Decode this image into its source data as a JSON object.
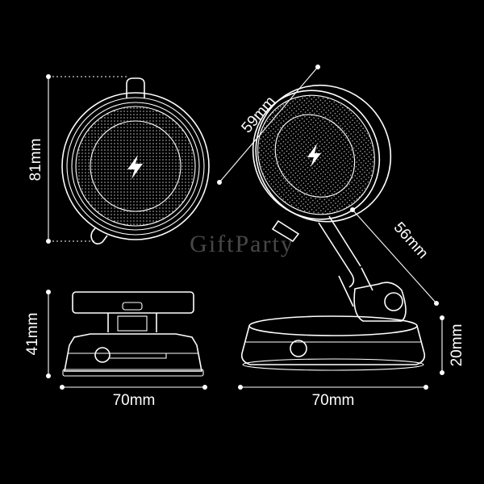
{
  "dimensions": {
    "front_height": "81mm",
    "diagonal_pad": "59mm",
    "arm_length": "56mm",
    "side_height": "41mm",
    "side_width": "70mm",
    "base_width": "70mm",
    "base_height": "20mm"
  },
  "watermark": "GiftParty",
  "icons": {
    "charging": "lightning-bolt-icon"
  },
  "colors": {
    "background": "#000000",
    "lines": "#ffffff"
  }
}
